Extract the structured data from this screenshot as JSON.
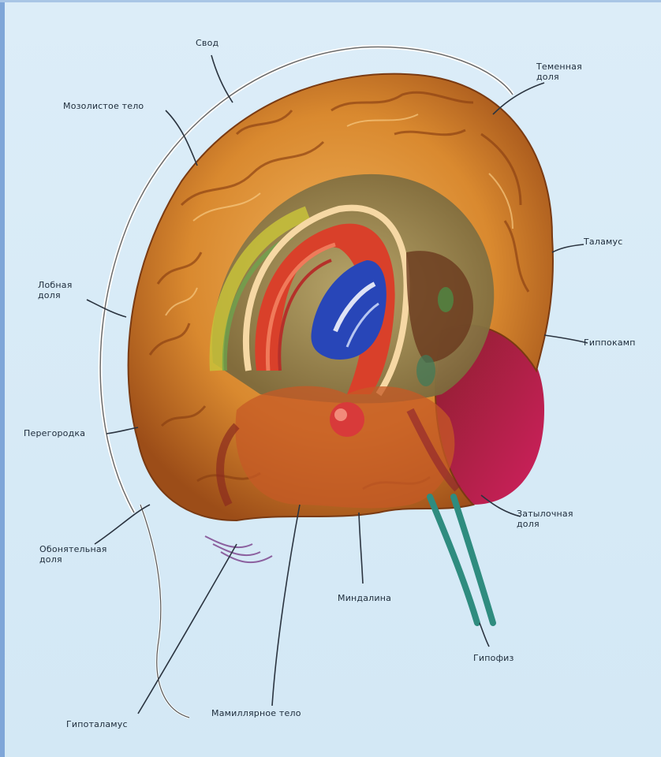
{
  "labels": {
    "top": "Свод",
    "upper_left": "Мозолистое тело",
    "upper_right": "Теменная\nдоля",
    "right_upper": "Таламус",
    "left_mid": "Лобная\nдоля",
    "right_mid": "Гиппокамп",
    "left_lower": "Перегородка",
    "right_lower": "Затылочная\nдоля",
    "left_bottom": "Обонятельная\nдоля",
    "bottom_mid": "Миндалина",
    "bottom_right": "Гипофиз",
    "bottom_center": "Мамиллярное тело",
    "bottom_left": "Гипоталамус"
  },
  "colors": {
    "background": "#d3e8f5",
    "cortex": "#d9892f",
    "cortex_dark": "#a3521c",
    "limbic_red": "#d9402a",
    "ventricle_blue": "#2846b8",
    "occipital_magenta": "#b3174a",
    "nerve_teal": "#2f8c7f"
  }
}
